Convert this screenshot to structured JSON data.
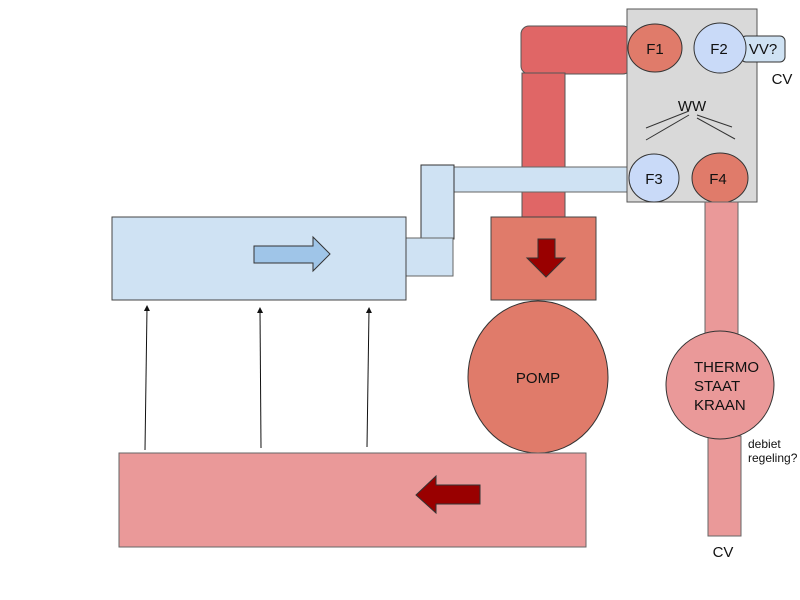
{
  "colors": {
    "hot_pipe": "#e06666",
    "pump": "#e07b6a",
    "return_pipe": "#ea9999",
    "cold_pipe": "#cfe2f3",
    "flange_blue": "#c9daf8",
    "box_gray": "#d9d9d9",
    "arrow_dark": "#990000",
    "arrow_light": "#9fc5e8"
  },
  "labels": {
    "f1": "F1",
    "f2": "F2",
    "f3": "F3",
    "f4": "F4",
    "vv": "VV?",
    "cv_top": "CV",
    "ww": "WW",
    "pomp": "POMP",
    "thermo_line1": "THERMO",
    "thermo_line2": "STAAT",
    "thermo_line3": "KRAAN",
    "debiet_line1": "debiet",
    "debiet_line2": "regeling?",
    "cv_bottom": "CV"
  }
}
